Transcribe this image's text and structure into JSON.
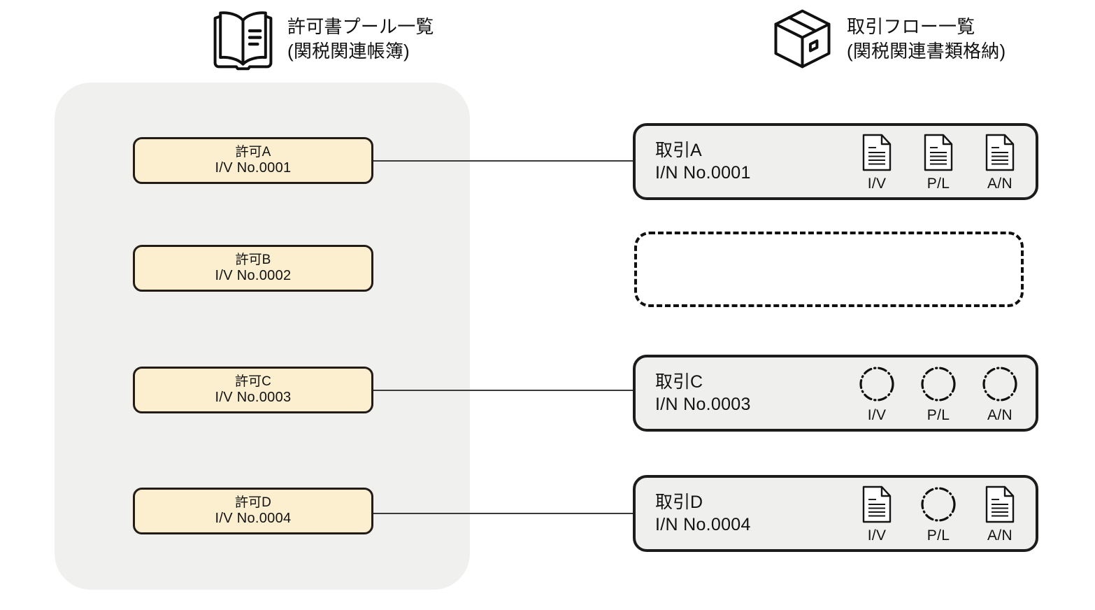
{
  "headers": {
    "left": {
      "icon": "open-book-icon",
      "line1": "許可書プール一覧",
      "line2": "(関税関連帳簿)"
    },
    "right": {
      "icon": "package-box-icon",
      "line1": "取引フロー一覧",
      "line2": "(関税関連書類格納)"
    }
  },
  "colors": {
    "pool_panel": "#f0f0ee",
    "permit_fill": "#fcefd0",
    "permit_border": "#231b15",
    "txn_fill": "#efefee",
    "txn_border": "#1c1c1c",
    "connector": "#3a3a3a"
  },
  "permits": [
    {
      "title": "許可A",
      "subtitle": "I/V No.0001",
      "linked": true
    },
    {
      "title": "許可B",
      "subtitle": "I/V No.0002",
      "linked": false
    },
    {
      "title": "許可C",
      "subtitle": "I/V No.0003",
      "linked": true
    },
    {
      "title": "許可D",
      "subtitle": "I/V No.0004",
      "linked": true
    }
  ],
  "transactions": [
    {
      "title": "取引A",
      "subtitle": "I/N No.0001",
      "documents": [
        {
          "label": "I/V",
          "present": true
        },
        {
          "label": "P/L",
          "present": true
        },
        {
          "label": "A/N",
          "present": true
        }
      ]
    },
    {
      "title": "取引C",
      "subtitle": "I/N No.0003",
      "documents": [
        {
          "label": "I/V",
          "present": false
        },
        {
          "label": "P/L",
          "present": false
        },
        {
          "label": "A/N",
          "present": false
        }
      ]
    },
    {
      "title": "取引D",
      "subtitle": "I/N No.0004",
      "documents": [
        {
          "label": "I/V",
          "present": true
        },
        {
          "label": "P/L",
          "present": false
        },
        {
          "label": "A/N",
          "present": true
        }
      ]
    }
  ],
  "empty_slot": {
    "label": ""
  }
}
